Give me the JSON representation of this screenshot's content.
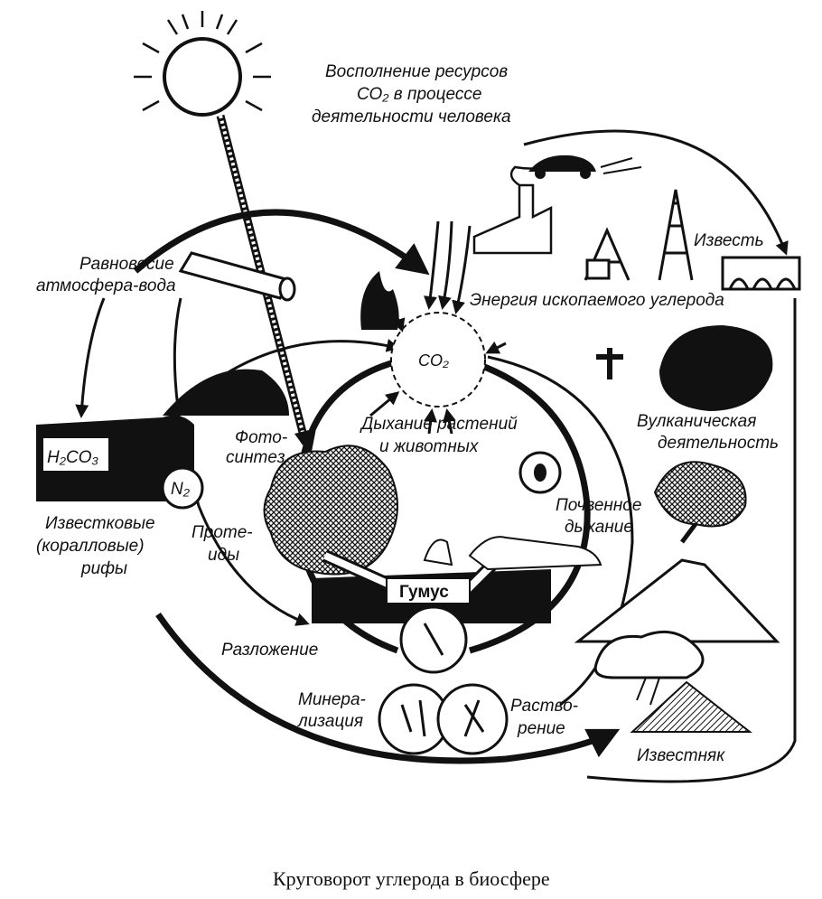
{
  "labels": {
    "replenishment_line1": "Восполнение ресурсов",
    "replenishment_line2": "СО₂ в процессе",
    "replenishment_line3": "деятельности человека",
    "equilibrium_line1": "Равновесие",
    "equilibrium_line2": "атмосфера-вода",
    "h2co3": "H₂CO₃",
    "limestone_reefs_line1": "Известковые",
    "limestone_reefs_line2": "(коралловые)",
    "limestone_reefs_line3": "рифы",
    "photosynthesis_line1": "Фото-",
    "photosynthesis_line2": "синтез",
    "n2": "N₂",
    "proteins_line1": "Проте-",
    "proteins_line2": "иды",
    "decomposition": "Разложение",
    "mineralization_line1": "Минера-",
    "mineralization_line2": "лизация",
    "dissolution_line1": "Раство-",
    "dissolution_line2": "рение",
    "limestone": "Известняк",
    "humus": "Гумус",
    "respiration_line1": "Дыхание растений",
    "respiration_line2": "и животных",
    "soil_respiration_line1": "Почвенное",
    "soil_respiration_line2": "дыхание",
    "volcanic_line1": "Вулканическая",
    "volcanic_line2": "деятельность",
    "fossil_energy": "Энергия ископаемого углерода",
    "lime": "Известь",
    "co2": "CO₂"
  },
  "caption": "Круговорот углерода в биосфере"
}
